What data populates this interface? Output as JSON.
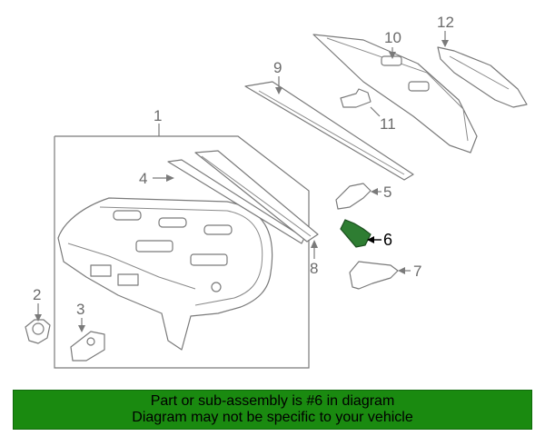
{
  "callouts": {
    "c1": "1",
    "c2": "2",
    "c3": "3",
    "c4": "4",
    "c5": "5",
    "c6": "6",
    "c7": "7",
    "c8": "8",
    "c9": "9",
    "c10": "10",
    "c11": "11",
    "c12": "12"
  },
  "highlighted_part": "6",
  "colors": {
    "banner_bg": "#1a8a10",
    "highlight_fill": "#2e7d32",
    "line_gray": "#7a7a7a"
  },
  "banner": {
    "line1": "Part or sub-assembly is #6 in diagram",
    "line2": "Diagram may not be specific to your vehicle"
  }
}
